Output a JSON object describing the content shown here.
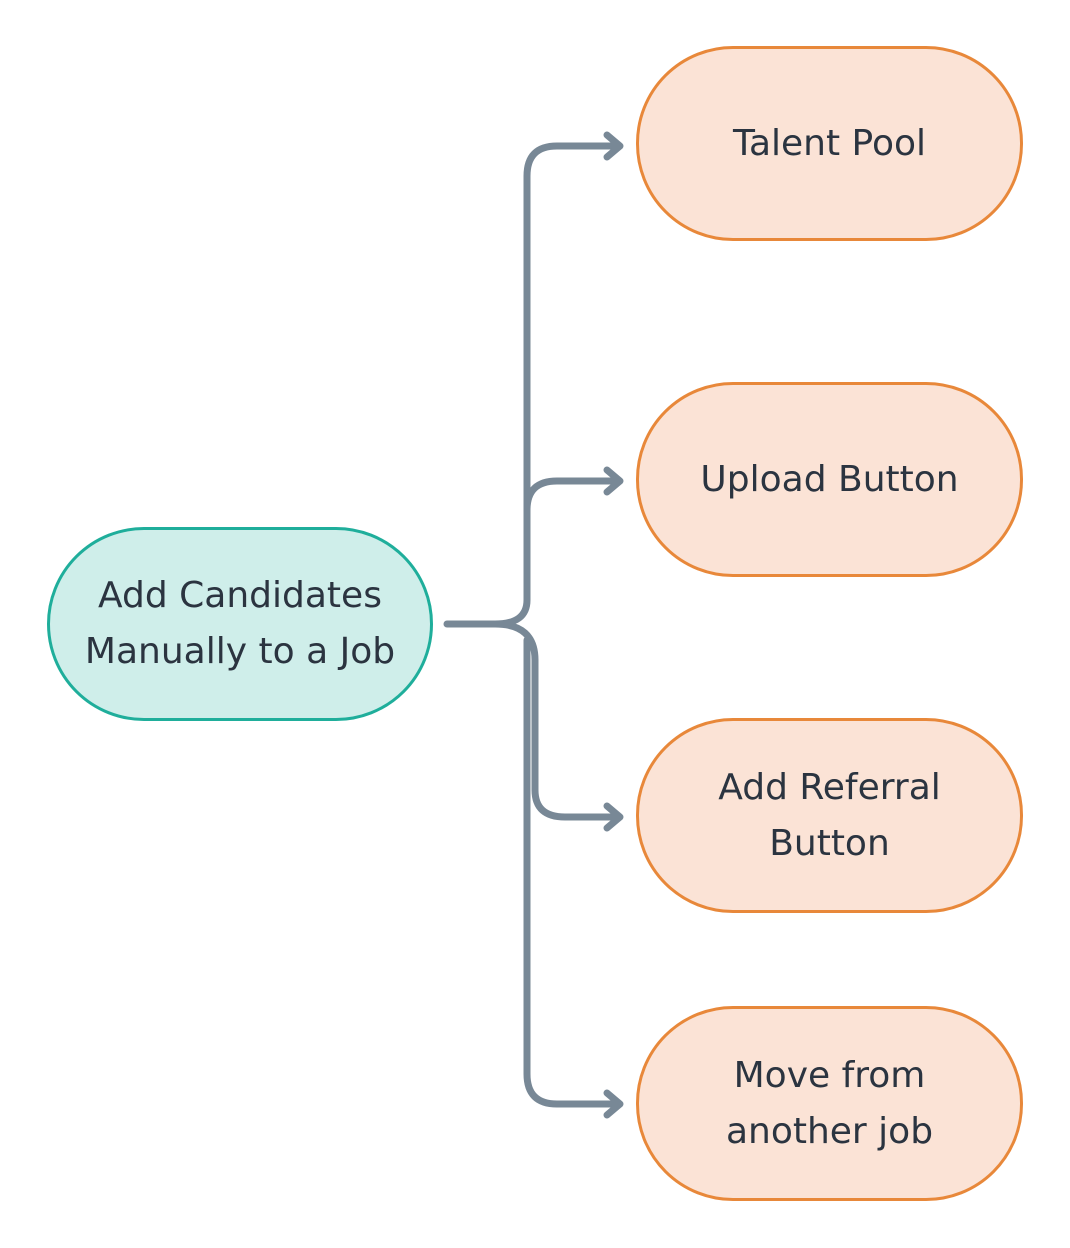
{
  "colors": {
    "root_fill": "#cfeeea",
    "root_border": "#1fae9b",
    "child_fill": "#fbe3d6",
    "child_border": "#e8883a",
    "connector": "#788896",
    "text": "#2b3440"
  },
  "root": {
    "label": "Add Candidates\nManually to a Job"
  },
  "children": [
    {
      "label": "Talent Pool"
    },
    {
      "label": "Upload Button"
    },
    {
      "label": "Add Referral\nButton"
    },
    {
      "label": "Move from\nanother job"
    }
  ]
}
